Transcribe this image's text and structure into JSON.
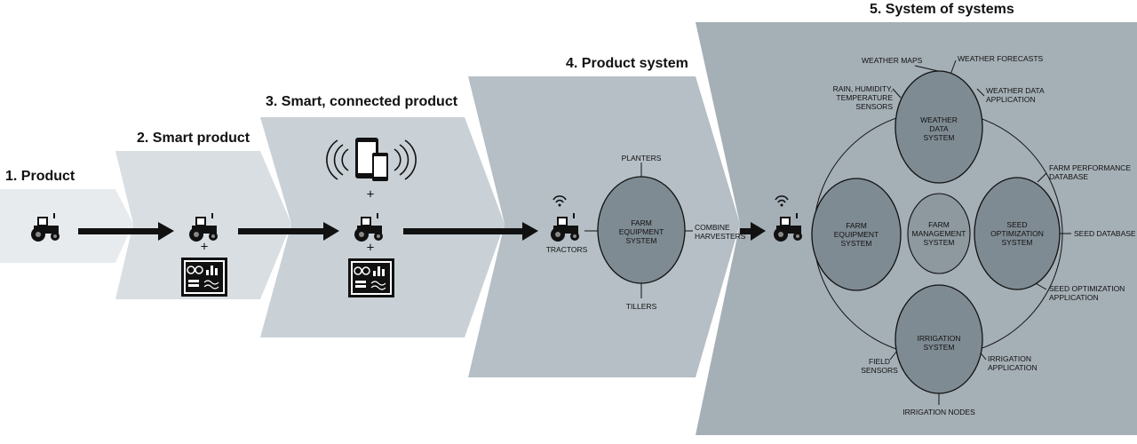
{
  "stages": [
    {
      "title": "1. Product"
    },
    {
      "title": "2. Smart product"
    },
    {
      "title": "3. Smart, connected product"
    },
    {
      "title": "4. Product system"
    },
    {
      "title": "5. System of systems"
    }
  ],
  "plus": "+",
  "product_system": {
    "center": "FARM\nEQUIPMENT\nSYSTEM",
    "tractors": "TRACTORS",
    "planters": "PLANTERS",
    "combine_harvesters": "COMBINE\nHARVESTERS",
    "tillers": "TILLERS"
  },
  "system_of_systems": {
    "weather": "WEATHER\nDATA\nSYSTEM",
    "farm_equipment": "FARM\nEQUIPMENT\nSYSTEM",
    "farm_management": "FARM\nMANAGEMENT\nSYSTEM",
    "seed": "SEED\nOPTIMIZATION\nSYSTEM",
    "irrigation": "IRRIGATION\nSYSTEM",
    "labels": {
      "weather_maps": "WEATHER MAPS",
      "weather_forecasts": "WEATHER FORECASTS",
      "rain_sensors": "RAIN, HUMIDITY,\nTEMPERATURE SENSORS",
      "weather_app": "WEATHER DATA\nAPPLICATION",
      "farm_perf_db": "FARM PERFORMANCE\nDATABASE",
      "seed_db": "SEED DATABASE",
      "seed_app": "SEED OPTIMIZATION\nAPPLICATION",
      "field_sensors": "FIELD\nSENSORS",
      "irrigation_app": "IRRIGATION\nAPPLICATION",
      "irrigation_nodes": "IRRIGATION NODES"
    }
  },
  "colors": {
    "band1": "#e7ebee",
    "band2": "#d8dee2",
    "band3": "#c9d1d6",
    "band4": "#b5bfc5",
    "band5": "#a5afb6",
    "node_fill": "#7f8b93",
    "ink": "#111111"
  }
}
